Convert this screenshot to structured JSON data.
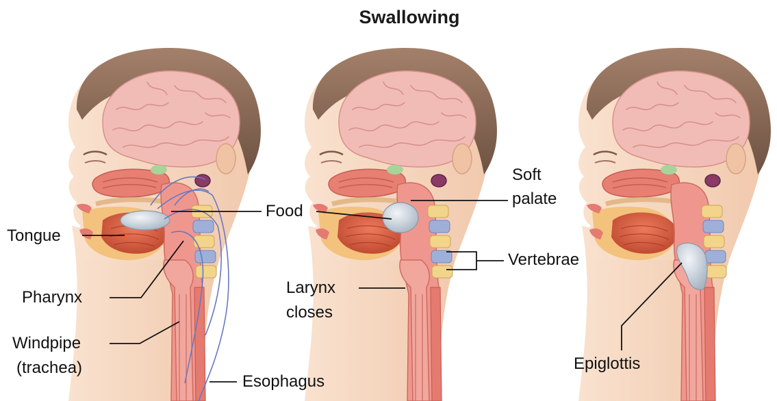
{
  "title": "Swallowing",
  "panels": [
    {
      "name": "panel-1"
    },
    {
      "name": "panel-2"
    },
    {
      "name": "panel-3"
    }
  ],
  "labels": {
    "tongue": "Tongue",
    "pharynx": "Pharynx",
    "windpipe_line1": "Windpipe",
    "windpipe_line2": "(trachea)",
    "esophagus": "Esophagus",
    "food": "Food",
    "soft_palate_line1": "Soft",
    "soft_palate_line2": "palate",
    "vertebrae": "Vertebrae",
    "larynx_line1": "Larynx",
    "larynx_line2": "closes",
    "epiglottis": "Epiglottis"
  },
  "colors": {
    "skin": "#f6d8c0",
    "hair": "#8a6a55",
    "brain": "#f0b8b4",
    "tissue": "#e9847a",
    "tongue": "#d8553a",
    "food": "#c8d2dc",
    "bone": "#f2d48a",
    "nerve": "#6a78c0"
  }
}
